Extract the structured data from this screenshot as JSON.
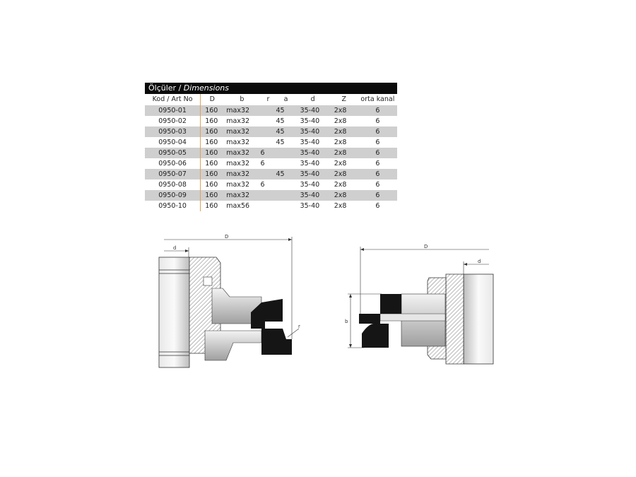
{
  "table": {
    "title_tr": "Ölçüler /",
    "title_en": "Dimensions",
    "headers": [
      "Kod / Art No",
      "D",
      "b",
      "r",
      "a",
      "d",
      "Z",
      "orta kanal"
    ],
    "rows": [
      [
        "0950-01",
        "160",
        "max32",
        "",
        "45",
        "35-40",
        "2x8",
        "6"
      ],
      [
        "0950-02",
        "160",
        "max32",
        "",
        "45",
        "35-40",
        "2x8",
        "6"
      ],
      [
        "0950-03",
        "160",
        "max32",
        "",
        "45",
        "35-40",
        "2x8",
        "6"
      ],
      [
        "0950-04",
        "160",
        "max32",
        "",
        "45",
        "35-40",
        "2x8",
        "6"
      ],
      [
        "0950-05",
        "160",
        "max32",
        "6",
        "",
        "35-40",
        "2x8",
        "6"
      ],
      [
        "0950-06",
        "160",
        "max32",
        "6",
        "",
        "35-40",
        "2x8",
        "6"
      ],
      [
        "0950-07",
        "160",
        "max32",
        "",
        "45",
        "35-40",
        "2x8",
        "6"
      ],
      [
        "0950-08",
        "160",
        "max32",
        "6",
        "",
        "35-40",
        "2x8",
        "6"
      ],
      [
        "0950-09",
        "160",
        "max32",
        "",
        "",
        "35-40",
        "2x8",
        "6"
      ],
      [
        "0950-10",
        "160",
        "max56",
        "",
        "",
        "35-40",
        "2x8",
        "6"
      ]
    ]
  },
  "diagram_left": {
    "label_D": "D",
    "label_d": "d",
    "label_r": "r"
  },
  "diagram_right": {
    "label_D": "D",
    "label_d": "d",
    "label_b": "b"
  },
  "colors": {
    "header_bg": "#0a0a0a",
    "row_alt": "#cfcfcf",
    "divider": "#d9a45a"
  }
}
